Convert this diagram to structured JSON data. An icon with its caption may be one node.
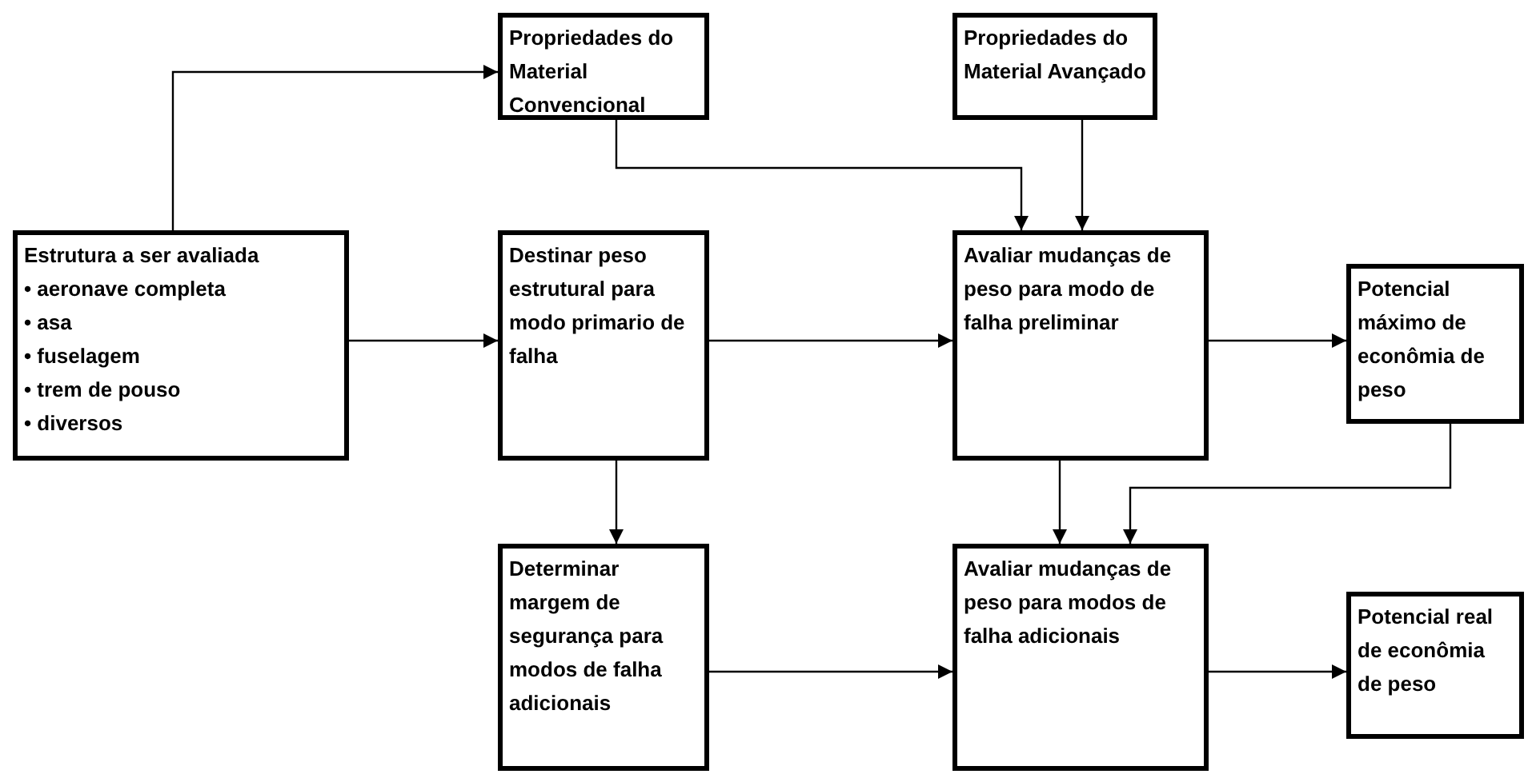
{
  "diagram": {
    "nodes": [
      {
        "text": [
          "Propriedades do Material Convencional"
        ]
      },
      {
        "text": [
          "Propriedades do Material Avançado"
        ]
      },
      {
        "text": [
          "Estrutura a ser avaliada",
          "• aeronave completa",
          "• asa",
          "• fuselagem",
          "• trem de pouso",
          "• diversos"
        ]
      },
      {
        "text": [
          "Destinar peso estrutural para modo primario de falha"
        ]
      },
      {
        "text": [
          "Avaliar mudanças de peso para modo de falha preliminar"
        ]
      },
      {
        "text": [
          "Potencial máximo de econômia de peso"
        ]
      },
      {
        "text": [
          "Determinar margem de segurança para modos de falha adicionais"
        ]
      },
      {
        "text": [
          "Avaliar mudanças de peso para modos de falha adicionais"
        ]
      },
      {
        "text": [
          "Potencial real de econômia de peso"
        ]
      }
    ],
    "edges": [
      {
        "from": 2,
        "to": 0,
        "arrow": "to"
      },
      {
        "from": 0,
        "to": 4,
        "arrow": "to"
      },
      {
        "from": 1,
        "to": 4,
        "arrow": "to"
      },
      {
        "from": 2,
        "to": 3,
        "arrow": "to"
      },
      {
        "from": 3,
        "to": 4,
        "arrow": "to"
      },
      {
        "from": 4,
        "to": 5,
        "arrow": "to"
      },
      {
        "from": 3,
        "to": 6,
        "arrow": "to"
      },
      {
        "from": 4,
        "to": 7,
        "arrow": "to"
      },
      {
        "from": 5,
        "to": 7,
        "arrow": "to"
      },
      {
        "from": 6,
        "to": 7,
        "arrow": "to"
      },
      {
        "from": 7,
        "to": 8,
        "arrow": "to"
      }
    ]
  }
}
